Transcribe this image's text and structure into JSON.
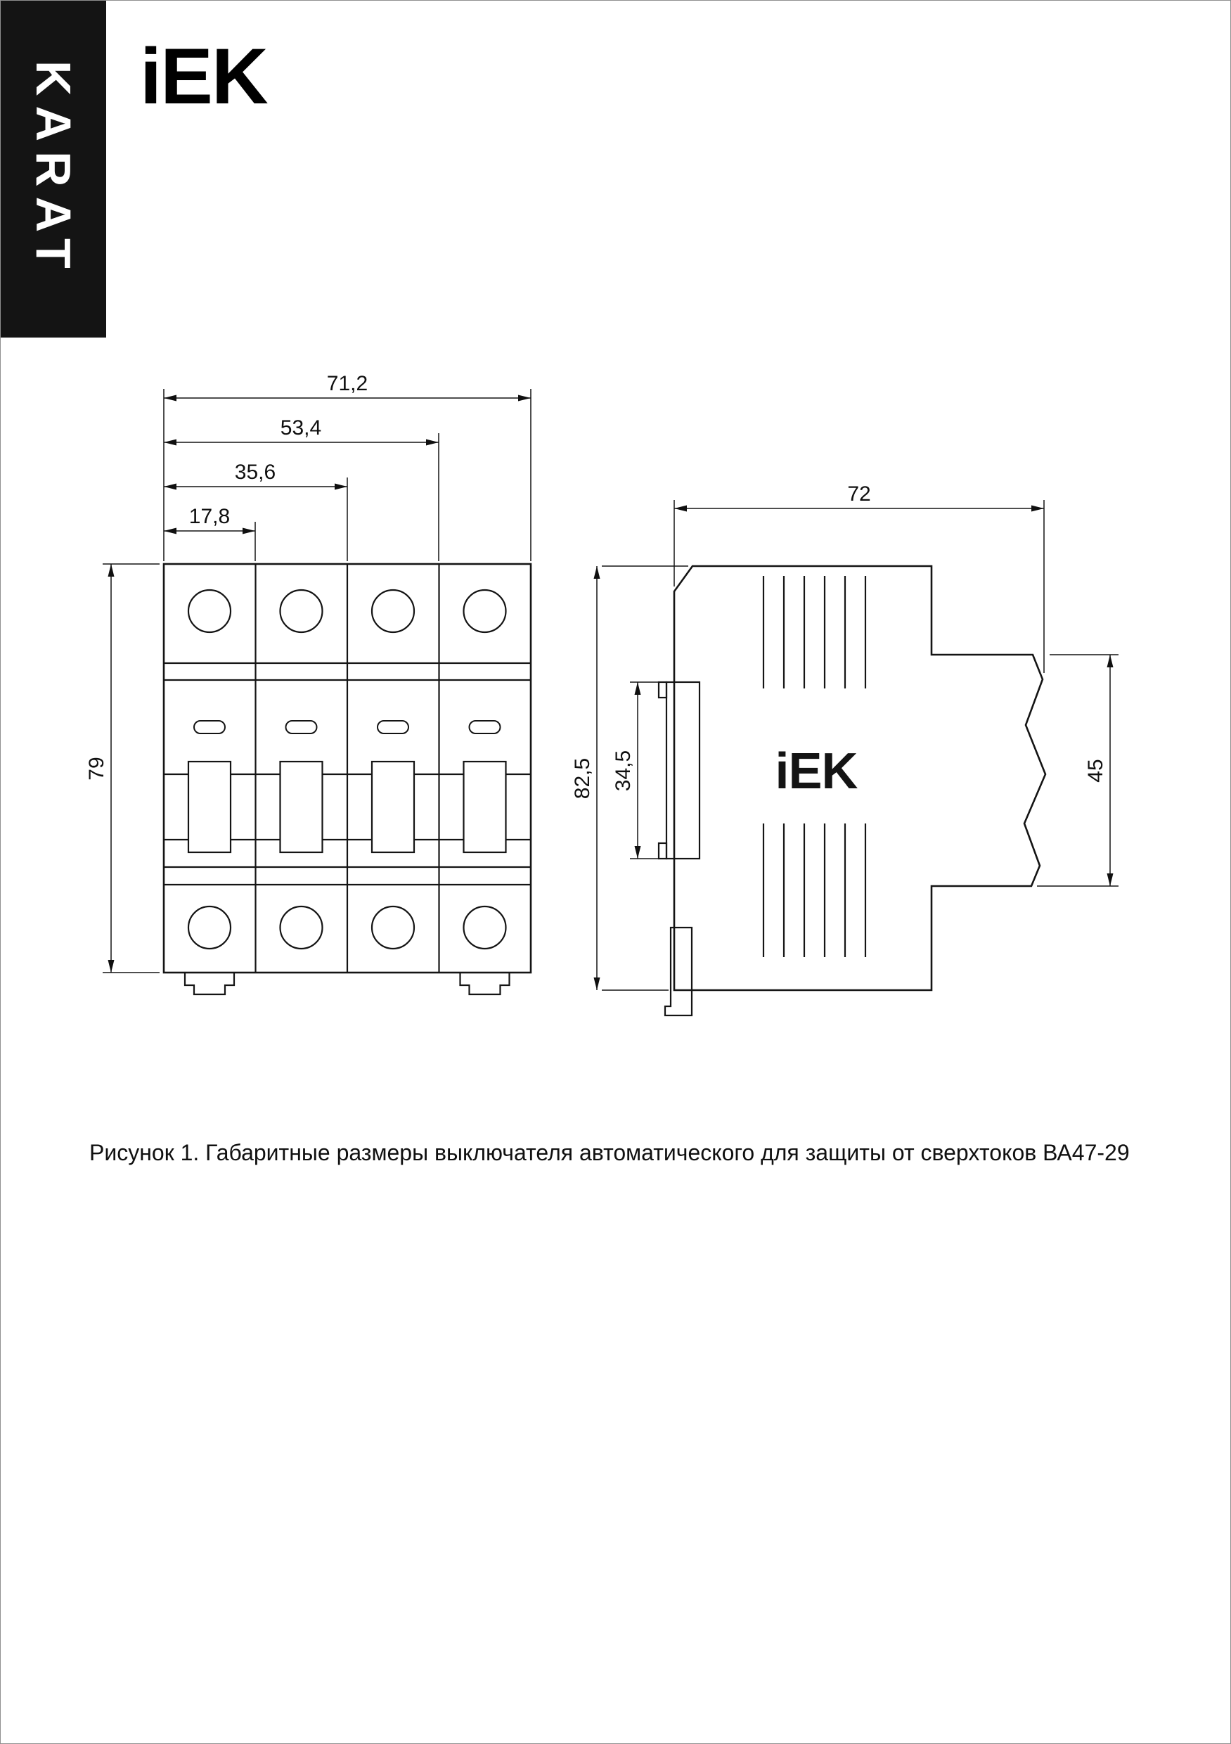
{
  "banner": {
    "text": "KARAT"
  },
  "logo": {
    "text": "iEK"
  },
  "figure": {
    "caption": "Рисунок 1. Габаритные размеры выключателя автоматического для защиты от сверхтоков ВА47-29",
    "front_view": {
      "dim_width_total": "71,2",
      "dim_width_3": "53,4",
      "dim_width_2": "35,6",
      "dim_width_1": "17,8",
      "dim_height": "79"
    },
    "side_view": {
      "dim_depth": "72",
      "dim_height_total": "82,5",
      "dim_rail_zone": "34,5",
      "dim_terminal_zone": "45",
      "logo": "iEK"
    }
  }
}
